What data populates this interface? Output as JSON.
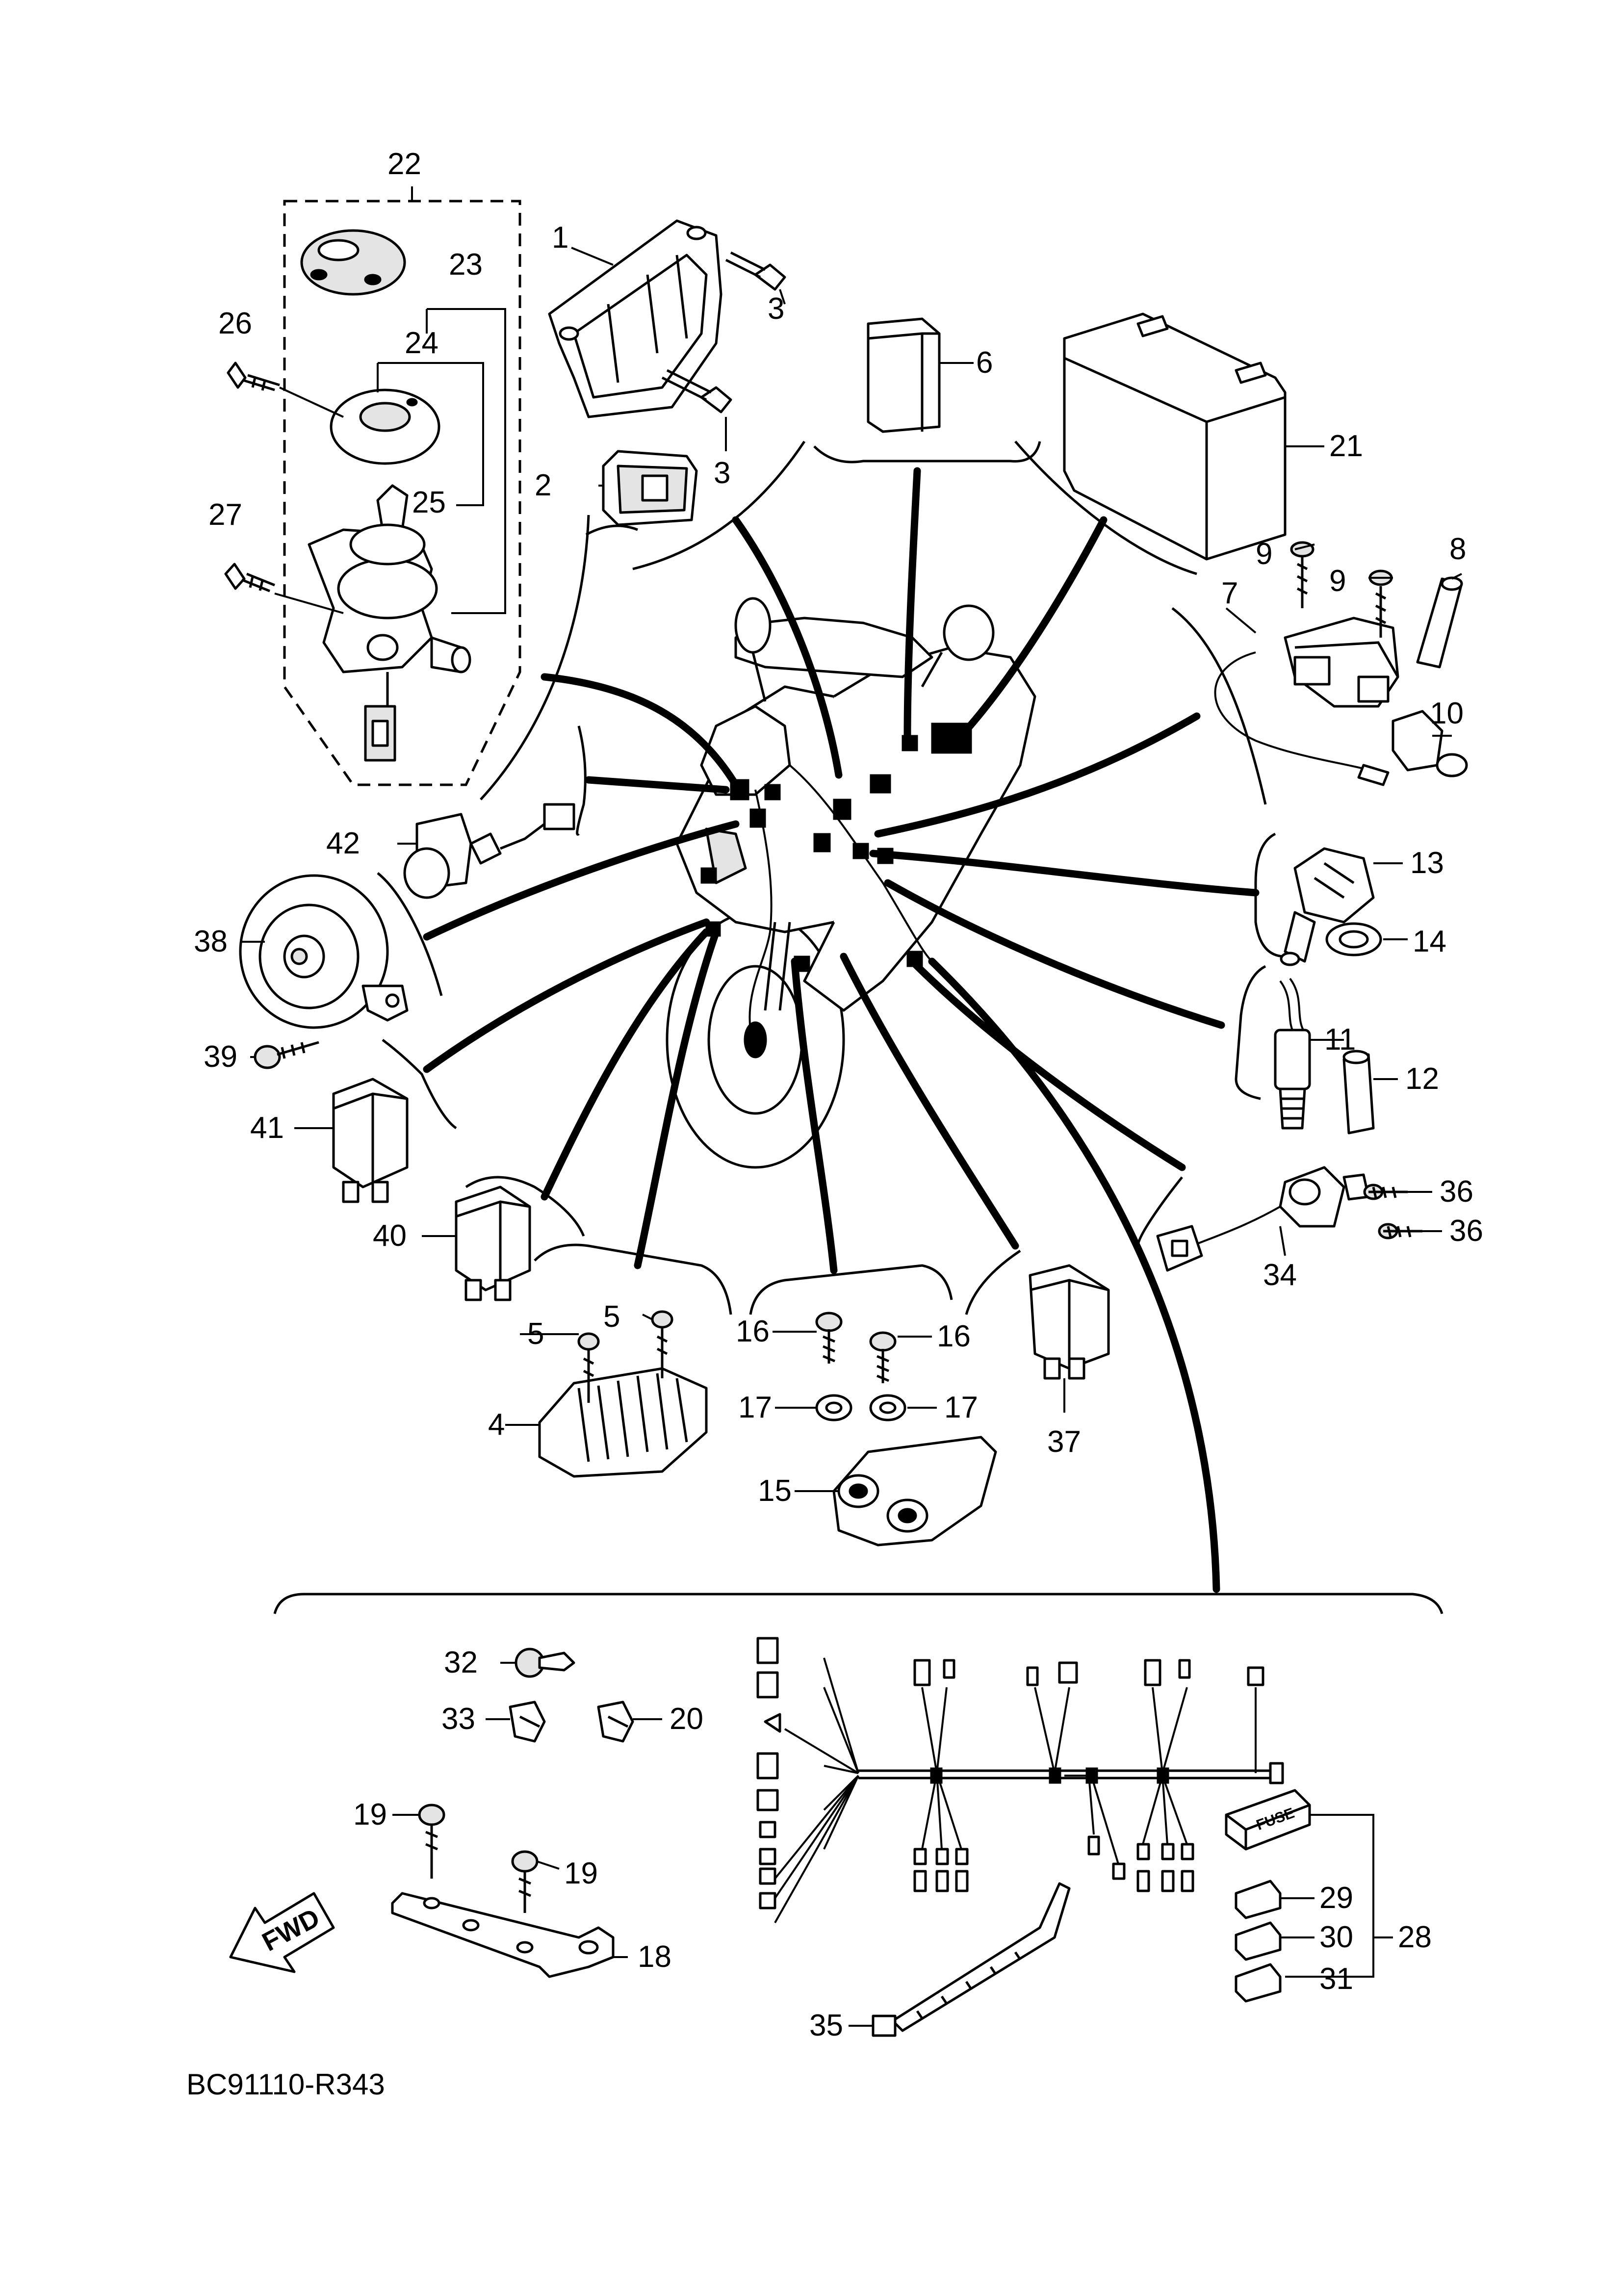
{
  "diagram_code": "BC91110-R343",
  "direction_arrow": "FWD",
  "fuse_box_text": "FUSE",
  "callouts": {
    "c1": "1",
    "c2": "2",
    "c3a": "3",
    "c3b": "3",
    "c4": "4",
    "c5a": "5",
    "c5b": "5",
    "c6": "6",
    "c7": "7",
    "c8": "8",
    "c9a": "9",
    "c9b": "9",
    "c10": "10",
    "c11": "11",
    "c12": "12",
    "c13": "13",
    "c14": "14",
    "c15": "15",
    "c16a": "16",
    "c16b": "16",
    "c17a": "17",
    "c17b": "17",
    "c18": "18",
    "c19a": "19",
    "c19b": "19",
    "c20": "20",
    "c21": "21",
    "c22": "22",
    "c23": "23",
    "c24": "24",
    "c25": "25",
    "c26": "26",
    "c27": "27",
    "c28": "28",
    "c29": "29",
    "c30": "30",
    "c31": "31",
    "c32": "32",
    "c33": "33",
    "c34": "34",
    "c35": "35",
    "c36a": "36",
    "c36b": "36",
    "c37": "37",
    "c38": "38",
    "c39": "39",
    "c40": "40",
    "c41": "41",
    "c42": "42"
  }
}
